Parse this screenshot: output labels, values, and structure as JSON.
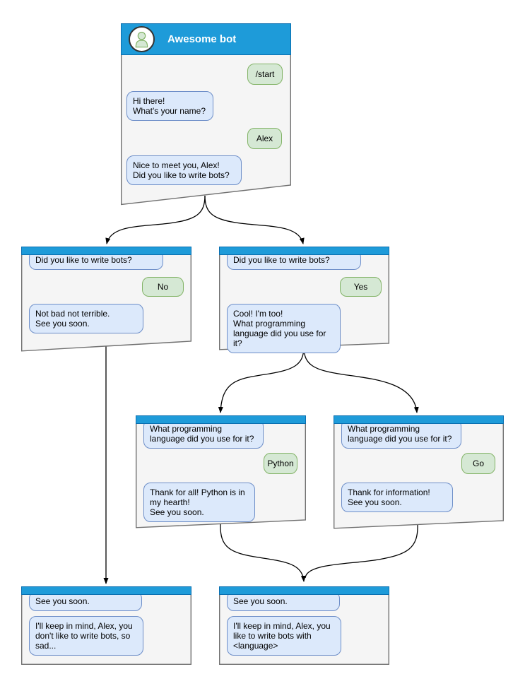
{
  "colors": {
    "header_blue": "#1E9BD9",
    "header_border": "#0A6FB0",
    "window_fill": "#F5F5F5",
    "window_border": "#707070",
    "bot_bubble_fill": "#DCE9FB",
    "bot_bubble_border": "#6D8EC8",
    "user_bubble_fill": "#D5E8D4",
    "user_bubble_border": "#82B366",
    "title_text": "#FFFFFF",
    "connector": "#000000"
  },
  "windows": {
    "main": {
      "title": "Awesome bot",
      "messages": {
        "start": "/start",
        "greet": "Hi there!\nWhat's your name?",
        "name": "Alex",
        "ask_bots": "Nice to meet you, Alex!\nDid you like to write bots?"
      }
    },
    "no_branch": {
      "question": "Did you like to write bots?",
      "answer": "No",
      "reply": "Not bad not terrible.\nSee you soon."
    },
    "yes_branch": {
      "question": "Did you like to write bots?",
      "answer": "Yes",
      "reply": "Cool! I'm too!\nWhat programming\nlanguage did you use for it?"
    },
    "python_branch": {
      "question": "What programming\nlanguage did you use for it?",
      "answer": "Python",
      "reply": "Thank for all! Python is in\nmy hearth!\nSee you soon."
    },
    "go_branch": {
      "question": "What programming\nlanguage did you use for it?",
      "answer": "Go",
      "reply": "Thank for information!\nSee you soon."
    },
    "end_no": {
      "question": "See you soon.",
      "reply": "I'll keep in mind, Alex, you\ndon't like to write bots, so\nsad..."
    },
    "end_yes": {
      "question": "See you soon.",
      "reply": "I'll keep in mind, Alex, you\nlike to write bots with\n<language>"
    }
  }
}
